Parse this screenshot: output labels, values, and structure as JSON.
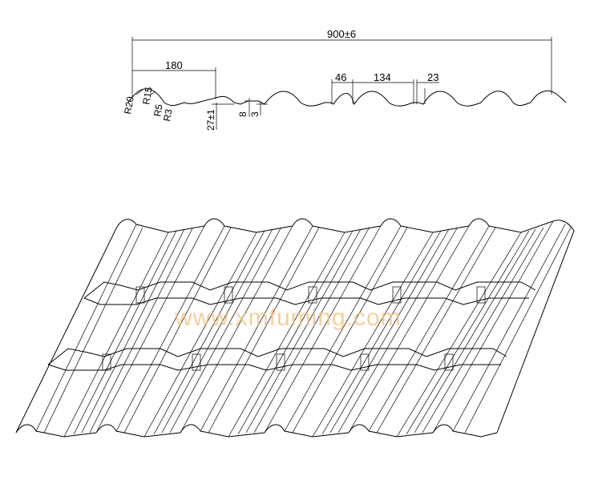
{
  "profile_dimensions": {
    "total_width": "900±6",
    "pitch": "180",
    "crest_width": "46",
    "valley_width": "134",
    "step_width": "23",
    "total_height": "27±1",
    "rib_height": "8",
    "small_height": "3",
    "radius_1": "R20",
    "radius_2": "R15",
    "radius_3": "R5",
    "radius_4": "R3"
  },
  "watermark": {
    "text": "www.xmfuming.com",
    "color": "#f0c080"
  }
}
